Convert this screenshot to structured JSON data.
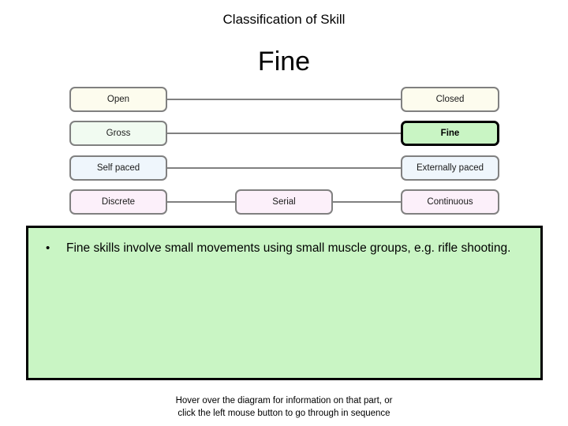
{
  "slide": {
    "title": "Classification of Skill",
    "heading": "Fine"
  },
  "diagram": {
    "rows": [
      {
        "id": "open-closed",
        "left": {
          "label": "Open",
          "fill": "#fdfcee",
          "selected": false
        },
        "middle": null,
        "right": {
          "label": "Closed",
          "fill": "#fdfcee",
          "selected": false
        }
      },
      {
        "id": "gross-fine",
        "left": {
          "label": "Gross",
          "fill": "#f1fbf1",
          "selected": false
        },
        "middle": null,
        "right": {
          "label": "Fine",
          "fill": "#c9f5c4",
          "selected": true
        }
      },
      {
        "id": "paced",
        "left": {
          "label": "Self paced",
          "fill": "#eff6fc",
          "selected": false
        },
        "middle": null,
        "right": {
          "label": "Externally paced",
          "fill": "#eff6fc",
          "selected": false
        }
      },
      {
        "id": "discrete-serial-continuous",
        "left": {
          "label": "Discrete",
          "fill": "#fcf0fa",
          "selected": false
        },
        "middle": {
          "label": "Serial",
          "fill": "#fcf0fa",
          "selected": false
        },
        "right": {
          "label": "Continuous",
          "fill": "#fcf0fa",
          "selected": false
        }
      }
    ],
    "connector_color": "#808080",
    "border_color": "#808080",
    "selected_border_color": "#000000"
  },
  "info_panel": {
    "bullet": "•",
    "text": "Fine skills involve small movements using small muscle groups, e.g. rifle shooting.",
    "background": "#c9f5c4",
    "border": "#000000"
  },
  "footer": {
    "line1": "Hover over the diagram for information on that part, or",
    "line2": "click the left mouse button to go through in sequence"
  }
}
